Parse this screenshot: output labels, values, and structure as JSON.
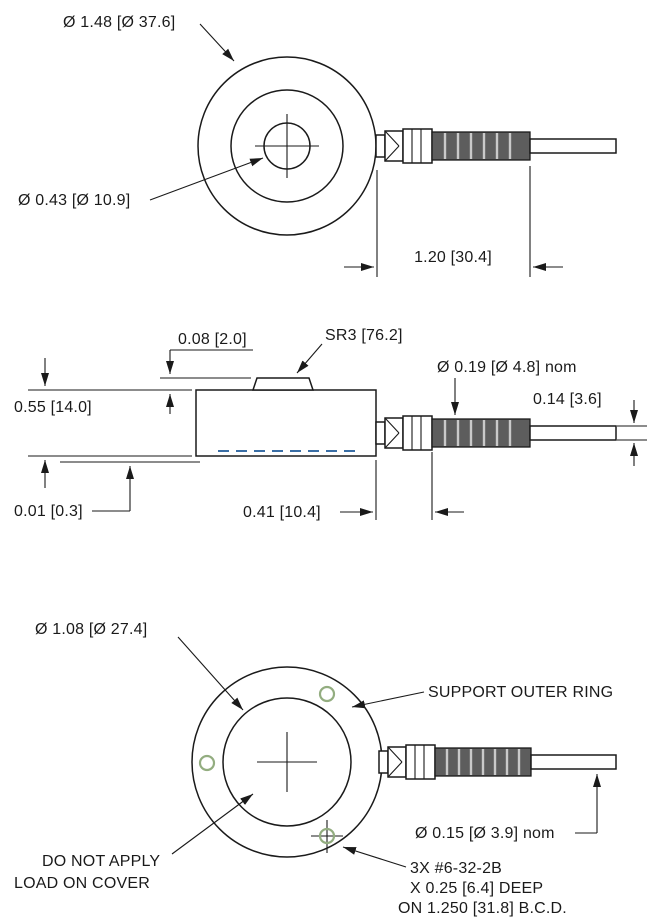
{
  "colors": {
    "line": "#1a1a1a",
    "strain_relief_fill": "#5d5d5d",
    "strain_relief_separator": "#c9c9c9",
    "hidden_line_blue": "#3a6ea5",
    "hole_green": "#93ad80",
    "background": "#ffffff"
  },
  "top_view": {
    "outer_diameter_label": "Ø 1.48 [Ø 37.6]",
    "button_diameter_label": "Ø 0.43 [Ø 10.9]",
    "body_length_dim": "1.20 [30.4]"
  },
  "side_view": {
    "button_height_dim": "0.08 [2.0]",
    "spherical_radius_label": "SR3 [76.2]",
    "boot_diameter_label": "Ø 0.19 [Ø 4.8] nom",
    "cable_diameter_dim": "0.14 [3.6]",
    "body_height_dim": "0.55 [14.0]",
    "standoff_dim": "0.01 [0.3]",
    "connector_length_dim": "0.41 [10.4]"
  },
  "bottom_view": {
    "cover_diameter_label": "Ø 1.08 [Ø 27.4]",
    "support_ring_note": "SUPPORT OUTER RING",
    "cable_diameter_label": "Ø 0.15 [Ø 3.9] nom",
    "load_warning_line1": "DO NOT APPLY",
    "load_warning_line2": "LOAD ON COVER",
    "mounting_holes_note_line1": "3X #6-32-2B",
    "mounting_holes_note_line2": "X 0.25 [6.4] DEEP",
    "mounting_holes_note_line3": "ON  1.250 [31.8] B.C.D."
  }
}
